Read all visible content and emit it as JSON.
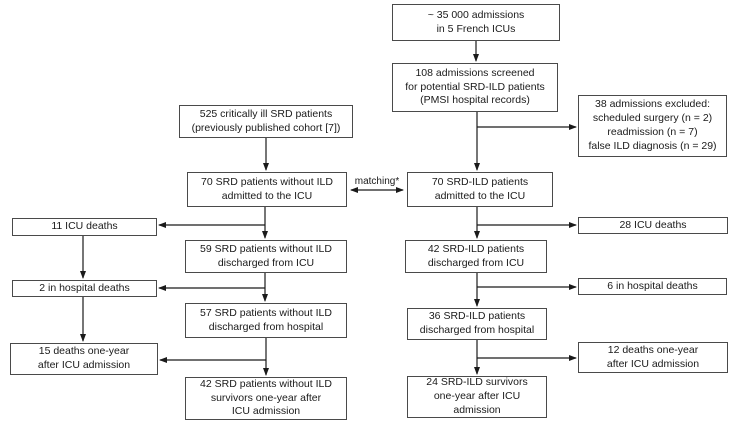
{
  "diagram": {
    "type": "patient-flowchart",
    "boxes": {
      "admissions_total": {
        "text": "~ 35 000 admissions\nin 5 French ICUs"
      },
      "admissions_screened": {
        "text": "108 admissions screened\nfor potential SRD-ILD patients\n(PMSI hospital records)"
      },
      "admissions_excluded": {
        "text": "38 admissions excluded:\nscheduled surgery (n = 2)\nreadmission (n = 7)\nfalse ILD diagnosis (n = 29)"
      },
      "srd_cohort": {
        "text": "525 critically ill SRD patients\n(previously published cohort [7])"
      },
      "srd_no_ild_admitted": {
        "text": "70 SRD patients without ILD\nadmitted to the ICU"
      },
      "srd_ild_admitted": {
        "text": "70 SRD-ILD patients\nadmitted to the ICU"
      },
      "icu_deaths_left": {
        "text": "11 ICU deaths"
      },
      "icu_deaths_right": {
        "text": "28 ICU deaths"
      },
      "srd_no_ild_discharged_icu": {
        "text": "59 SRD patients without ILD\ndischarged from ICU"
      },
      "srd_ild_discharged_icu": {
        "text": "42 SRD-ILD patients\ndischarged from ICU"
      },
      "hospital_deaths_left": {
        "text": "2 in hospital deaths"
      },
      "hospital_deaths_right": {
        "text": "6 in hospital deaths"
      },
      "srd_no_ild_discharged_hospital": {
        "text": "57 SRD patients without ILD\ndischarged from hospital"
      },
      "srd_ild_discharged_hospital": {
        "text": "36 SRD-ILD patients\ndischarged from hospital"
      },
      "one_year_deaths_left": {
        "text": "15 deaths one-year\nafter ICU admission"
      },
      "one_year_deaths_right": {
        "text": "12 deaths one-year\nafter ICU admission"
      },
      "srd_no_ild_survivors": {
        "text": "42 SRD patients without ILD\nsurvivors one-year after\nICU admission"
      },
      "srd_ild_survivors": {
        "text": "24 SRD-ILD survivors\none-year after ICU\nadmission"
      }
    },
    "labels": {
      "matching": "matching*"
    },
    "colors": {
      "box_border": "#4a4a4a",
      "box_fill": "#ffffff",
      "text": "#1a1a1a",
      "arrow": "#1a1a1a",
      "background": "#ffffff"
    }
  }
}
